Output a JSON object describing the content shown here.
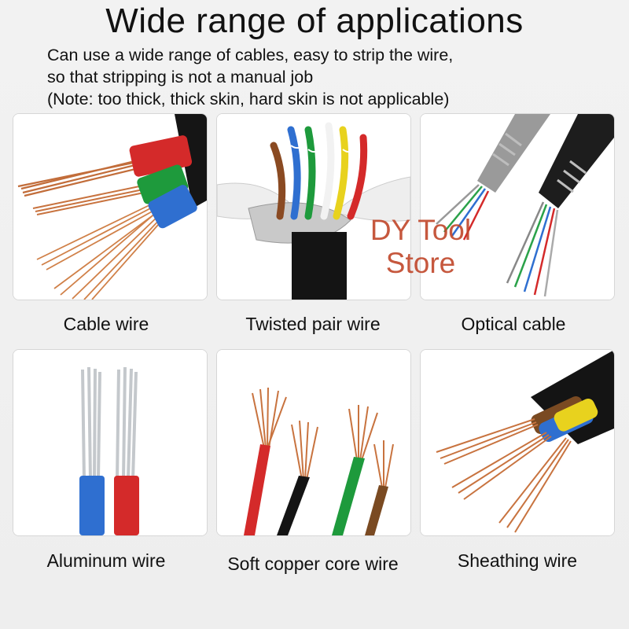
{
  "header": {
    "title": "Wide range of applications",
    "description_lines": [
      "Can use a wide range of cables, easy to strip the wire,",
      "so that stripping is not a manual job",
      "(Note: too thick, thick skin, hard skin is not applicable)"
    ]
  },
  "watermark": {
    "line1": "DY Tool",
    "line2": "Store"
  },
  "items": [
    {
      "label": "Cable wire",
      "icon": "cable-wire-photo"
    },
    {
      "label": "Twisted pair wire",
      "icon": "twisted-pair-wire-photo"
    },
    {
      "label": "Optical cable",
      "icon": "optical-cable-photo"
    },
    {
      "label": "Aluminum wire",
      "icon": "aluminum-wire-photo"
    },
    {
      "label": "Soft copper core wire",
      "icon": "soft-copper-core-wire-photo"
    },
    {
      "label": "Sheathing wire",
      "icon": "sheathing-wire-photo"
    }
  ],
  "colors": {
    "copper": "#c8733f",
    "red_insulation": "#d42a2a",
    "green_insulation": "#1e9a3c",
    "blue_insulation": "#2f6fd0",
    "yellow_insulation": "#e8d21e",
    "jacket_black": "#141414",
    "watermark": "#c0462a"
  }
}
